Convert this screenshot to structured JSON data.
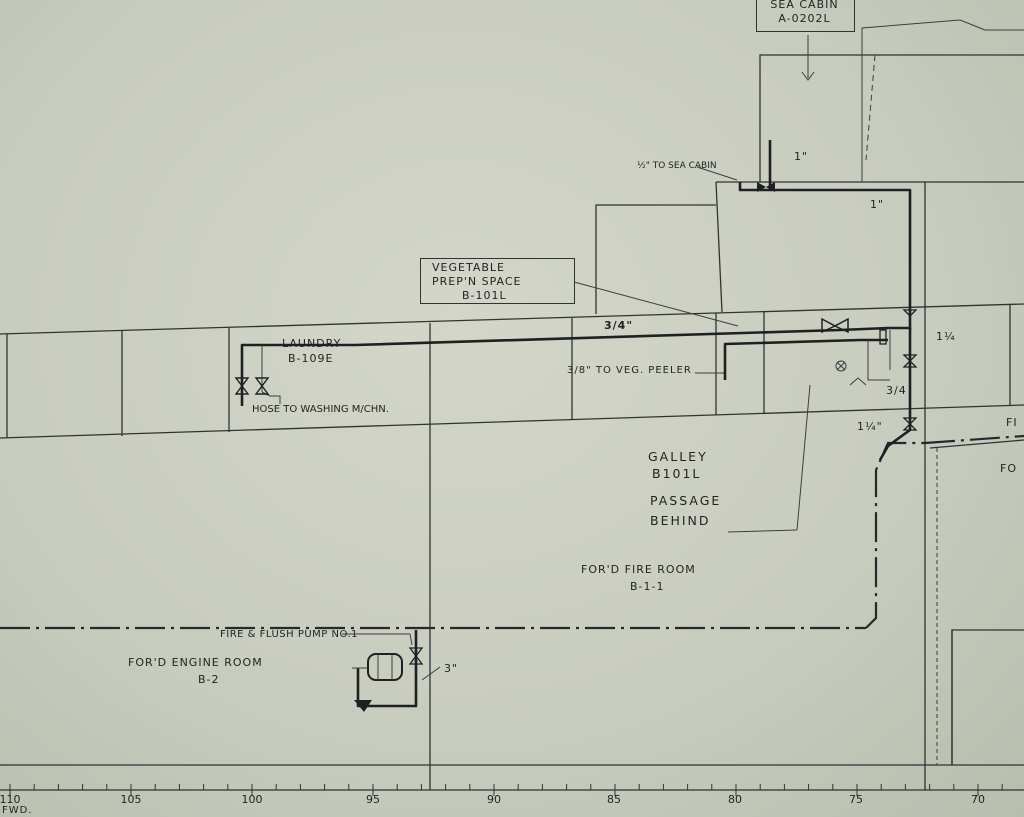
{
  "labels": {
    "sea_cabin": "SEA CABIN",
    "sea_cabin_no": "A-0202L",
    "half_to_sea_cabin": "½\" TO SEA CABIN",
    "one_inch_a": "1\"",
    "one_inch_b": "1\"",
    "veg_line1": "VEGETABLE",
    "veg_line2": "PREP'N SPACE",
    "veg_line3": "B-101L",
    "pipe_3_4": "3/4\"",
    "one_quarter_a": "1¼",
    "three_eighths_veg": "3/8\" TO VEG. PEELER",
    "three_quarter": "3/4",
    "one_quarter_b": "1¼\"",
    "laundry": "LAUNDRY",
    "laundry_no": "B-109E",
    "hose": "HOSE TO WASHING M/CHN.",
    "galley": "GALLEY",
    "galley_no": "B101L",
    "passage": "PASSAGE",
    "behind": "BEHIND",
    "fire_room": "FOR'D FIRE ROOM",
    "fire_room_no": "B-1-1",
    "pump": "FIRE & FLUSH PUMP NO.1",
    "three_inch": "3\"",
    "engine_room": "FOR'D ENGINE ROOM",
    "engine_room_no": "B-2",
    "fi": "FI",
    "fo": "FO",
    "fwd": "FWD."
  },
  "frame_scale": [
    "110",
    "105",
    "100",
    "95",
    "90",
    "85",
    "80",
    "75",
    "70"
  ]
}
